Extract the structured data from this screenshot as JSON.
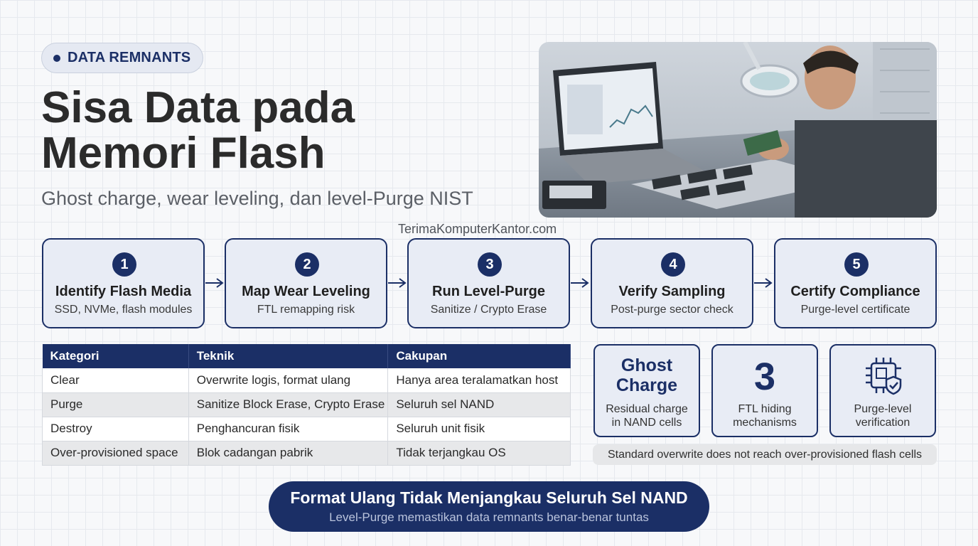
{
  "badge": {
    "label": "DATA REMNANTS"
  },
  "title": {
    "line1": "Sisa Data pada",
    "line2": "Memori Flash"
  },
  "subtitle": "Ghost charge, wear leveling, dan level-Purge NIST",
  "watermark": "TerimaKomputerKantor.com",
  "steps": [
    {
      "number": "1",
      "title": "Identify Flash Media",
      "subtitle": "SSD, NVMe, flash modules"
    },
    {
      "number": "2",
      "title": "Map Wear Leveling",
      "subtitle": "FTL remapping risk"
    },
    {
      "number": "3",
      "title": "Run Level-Purge",
      "subtitle": "Sanitize / Crypto Erase"
    },
    {
      "number": "4",
      "title": "Verify Sampling",
      "subtitle": "Post-purge sector check"
    },
    {
      "number": "5",
      "title": "Certify Compliance",
      "subtitle": "Purge-level certificate"
    }
  ],
  "table": {
    "headers": [
      "Kategori",
      "Teknik",
      "Cakupan"
    ],
    "rows": [
      [
        "Clear",
        "Overwrite logis, format ulang",
        "Hanya area teralamatkan host"
      ],
      [
        "Purge",
        "Sanitize Block Erase, Crypto Erase",
        "Seluruh sel NAND"
      ],
      [
        "Destroy",
        "Penghancuran fisik",
        "Seluruh unit fisik"
      ],
      [
        "Over-provisioned space",
        "Blok cadangan pabrik",
        "Tidak terjangkau OS"
      ]
    ]
  },
  "stats": [
    {
      "value_line1": "Ghost",
      "value_line2": "Charge",
      "caption_line1": "Residual charge",
      "caption_line2": "in NAND cells"
    },
    {
      "value": "3",
      "caption_line1": "FTL hiding",
      "caption_line2": "mechanisms"
    },
    {
      "icon": "chip-shield-icon",
      "caption_line1": "Purge-level",
      "caption_line2": "verification"
    }
  ],
  "note": "Standard overwrite does not reach over-provisioned flash cells",
  "banner": {
    "title": "Format Ulang Tidak Menjangkau Seluruh Sel NAND",
    "subtitle": "Level-Purge memastikan data remnants benar-benar tuntas"
  },
  "colors": {
    "navy": "#1b2f66",
    "card_bg": "#e8ecf5"
  }
}
